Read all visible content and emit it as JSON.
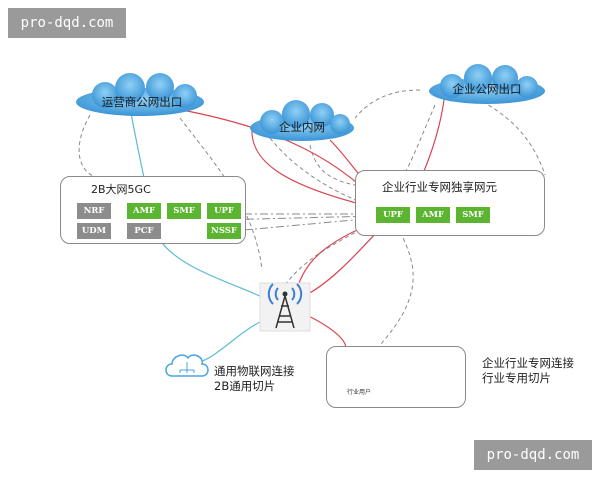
{
  "watermark": "pro-dqd.com",
  "clouds": {
    "operator": "运营商公网出口",
    "enterprise_public": "企业公网出口",
    "enterprise_intranet": "企业内网"
  },
  "left_box": {
    "title": "2B大网5GC",
    "nfs": [
      "NRF",
      "AMF",
      "SMF",
      "UPF",
      "UDM",
      "PCF",
      "NSSF"
    ]
  },
  "right_box": {
    "title": "企业行业专网独享网元",
    "nfs": [
      "UPF",
      "AMF",
      "SMF"
    ]
  },
  "general_slice": [
    "通用物联网连接",
    "2B通用切片"
  ],
  "industry_slice": [
    "企业行业专网连接",
    "行业专用切片"
  ],
  "user_label": "行业用户",
  "colors": {
    "red": "#d9434f",
    "blue": "#5bbbd6",
    "cloud": "#4aa6e0",
    "green": "#5bb531",
    "gray": "#8c8c8c"
  }
}
